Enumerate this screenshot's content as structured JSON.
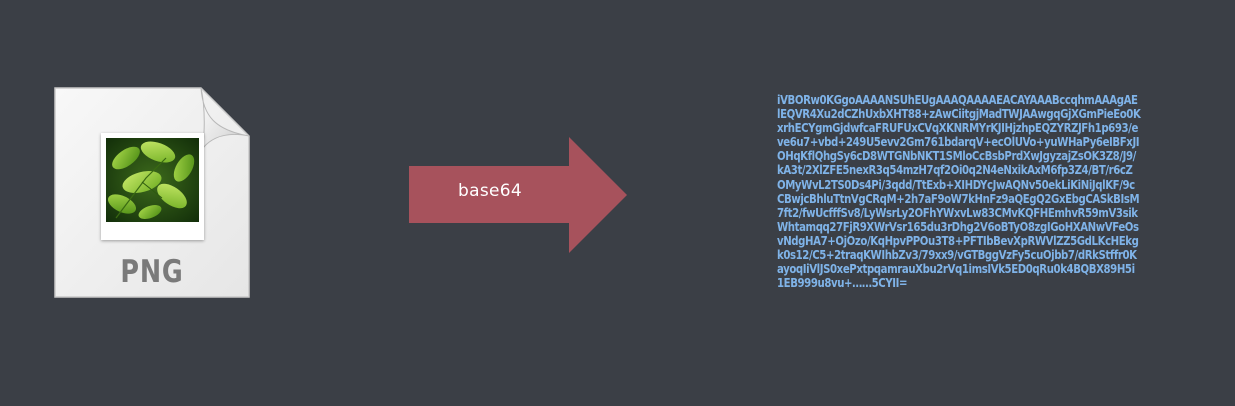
{
  "file_icon": {
    "extension_label": "PNG",
    "icon": "png-file-icon",
    "thumbnail": "green-leaves-photo"
  },
  "arrow": {
    "label": "base64",
    "color": "#a7525c",
    "icon": "right-arrow"
  },
  "base64_text": {
    "color": "#7fb3e8",
    "lines": [
      "iVBORw0KGgoAAAANSUhEUgAAAQAAAAEACAYAAABccqhmAAAgAE",
      "lEQVR4Xu2dCZhUxbXHT88+zAwCiitgjMadTWJAAwgqGjXGmPieEo0K",
      "xrhECYgmGjdwfcaFRUFUxCVqXKNRMYrKJIHjzhpEQZYRZJFh1p693/e",
      "ve6u7+vbd+249U5evv2Gm761bdarqV+ecOlUVo+yuWHaPy6eIBFxJI",
      "OHqKflQhgSy6cD8WTGNbNKT1SMloCcBsbPrdXwJgyzajZsOK3Z8/J9/",
      "kA3t/2XlZFE5nexR3q54mzH7qf2Oi0q2N4eNxikAxM6fp3Z4/BT/r6cZ",
      "OMyWvL2TS0Ds4Pi/3qdd/TtExb+XIHDYcJwAQNv50ekLiKiNiJqlKF/9c",
      "CBwjcBhluTtnVgCRqM+2h7aF9oW7kHnFz9aQEgQ2GxEbgCASkBIsM",
      "7ft2/fwUcfffSv8/LyWsrLy2OFhYWxvLw83CMvKQFHEmhvR59mV3sik",
      "Whtamqq27FjR9XWrVsr165du3rDhg2V6oBTyO8zgIGoHXANwVFeOs",
      "vNdgHA7+OjOzo/KqHpvPPOu3T8+PFTIbBevXpRWVlZZ5GdLKcHEkg",
      "k0s12/C5+2traqKWIhbZv3/79xx9/vGTBggVzFy5cuOjbb7/dRkStffr0K",
      "ayoqIiVlJS0xePxtpqamrauXbu2rVq1imsIVk5ED0qRu0k4BQBX89H5i",
      "1EB999u8vu+……5CYII="
    ]
  }
}
